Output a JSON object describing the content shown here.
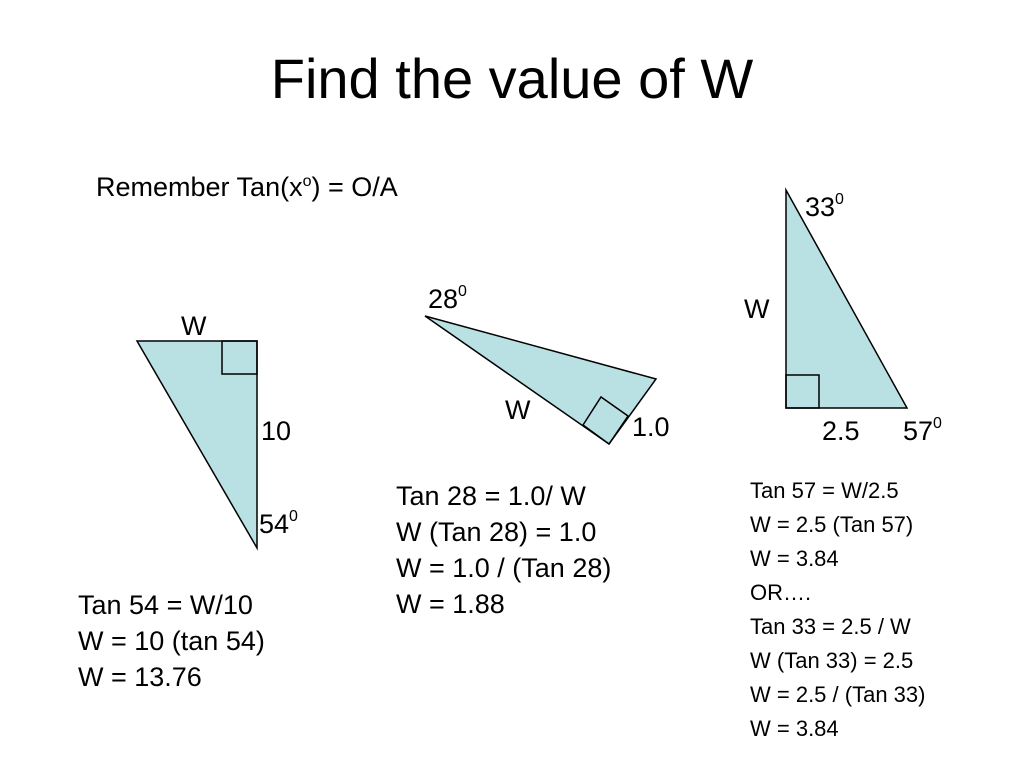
{
  "title": "Find the value of W",
  "reminder": {
    "prefix": "Remember Tan(x",
    "sup": "o",
    "suffix": ") = O/A"
  },
  "triangle1": {
    "label_w": "W",
    "label_side": "10",
    "angle": {
      "value": "54",
      "sup": "0"
    },
    "work": [
      "Tan 54 = W/10",
      "W = 10 (tan 54)",
      "W = 13.76"
    ]
  },
  "triangle2": {
    "angle": {
      "value": "28",
      "sup": "0"
    },
    "label_w": "W",
    "label_side": "1.0",
    "work": [
      "Tan 28 = 1.0/ W",
      "W (Tan 28) = 1.0",
      "W = 1.0 / (Tan 28)",
      "W = 1.88"
    ]
  },
  "triangle3": {
    "angle_top": {
      "value": "33",
      "sup": "0"
    },
    "label_w": "W",
    "label_side": "2.5",
    "angle_bottom": {
      "value": "57",
      "sup": "0"
    },
    "work": [
      "Tan 57 = W/2.5",
      "W = 2.5 (Tan 57)",
      "W = 3.84",
      "OR….",
      "Tan 33 = 2.5 / W",
      "W (Tan 33) = 2.5",
      "W = 2.5 / (Tan 33)",
      "W = 3.84"
    ]
  },
  "colors": {
    "triangle_fill": "#b9e0e3",
    "stroke": "#000000",
    "background": "#ffffff"
  }
}
